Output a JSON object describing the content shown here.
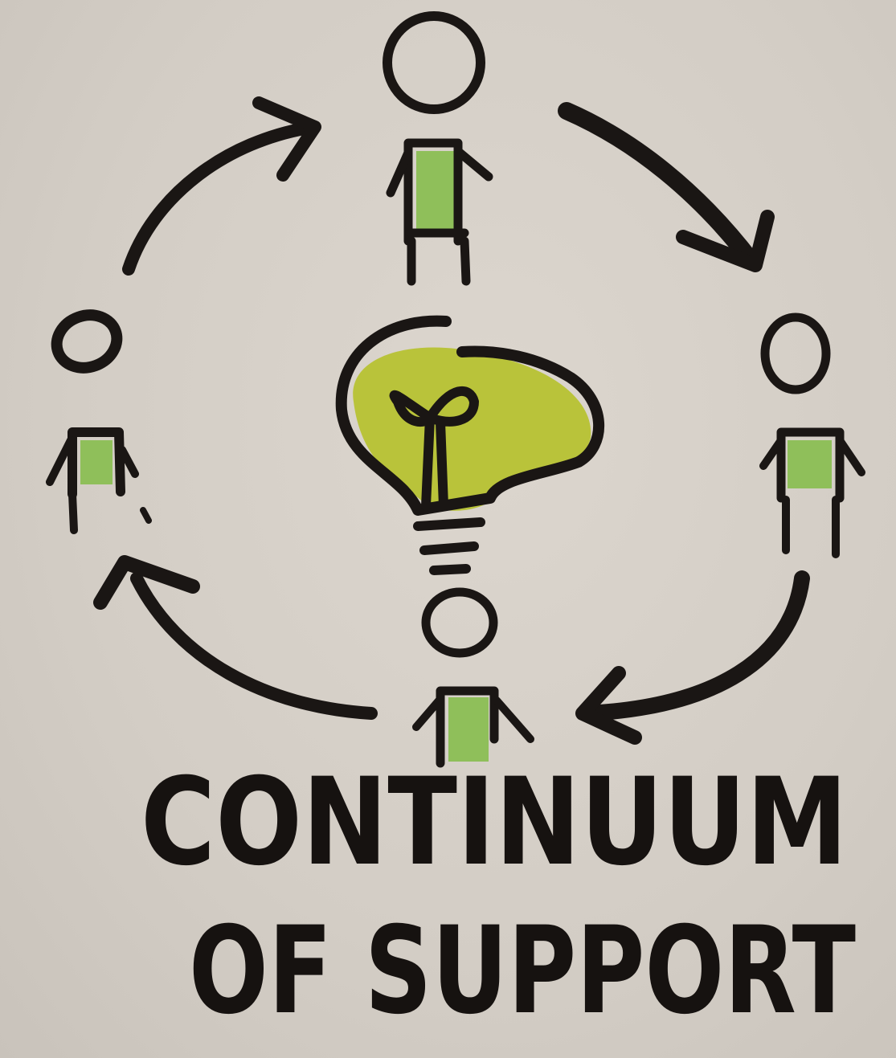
{
  "title": {
    "line1": "CONTINUUM",
    "line2": "OF SUPPORT"
  },
  "colors": {
    "paper": "#d6d0c8",
    "ink": "#1a1614",
    "person_body": "#8fbf5a",
    "bulb": "#b9c33a"
  },
  "figures": [
    "person-top",
    "person-right",
    "person-bottom",
    "person-left"
  ],
  "center_icon": "lightbulb-icon",
  "arrows": [
    "arrow-left-to-top",
    "arrow-top-to-right",
    "arrow-right-to-bottom",
    "arrow-bottom-to-left"
  ]
}
